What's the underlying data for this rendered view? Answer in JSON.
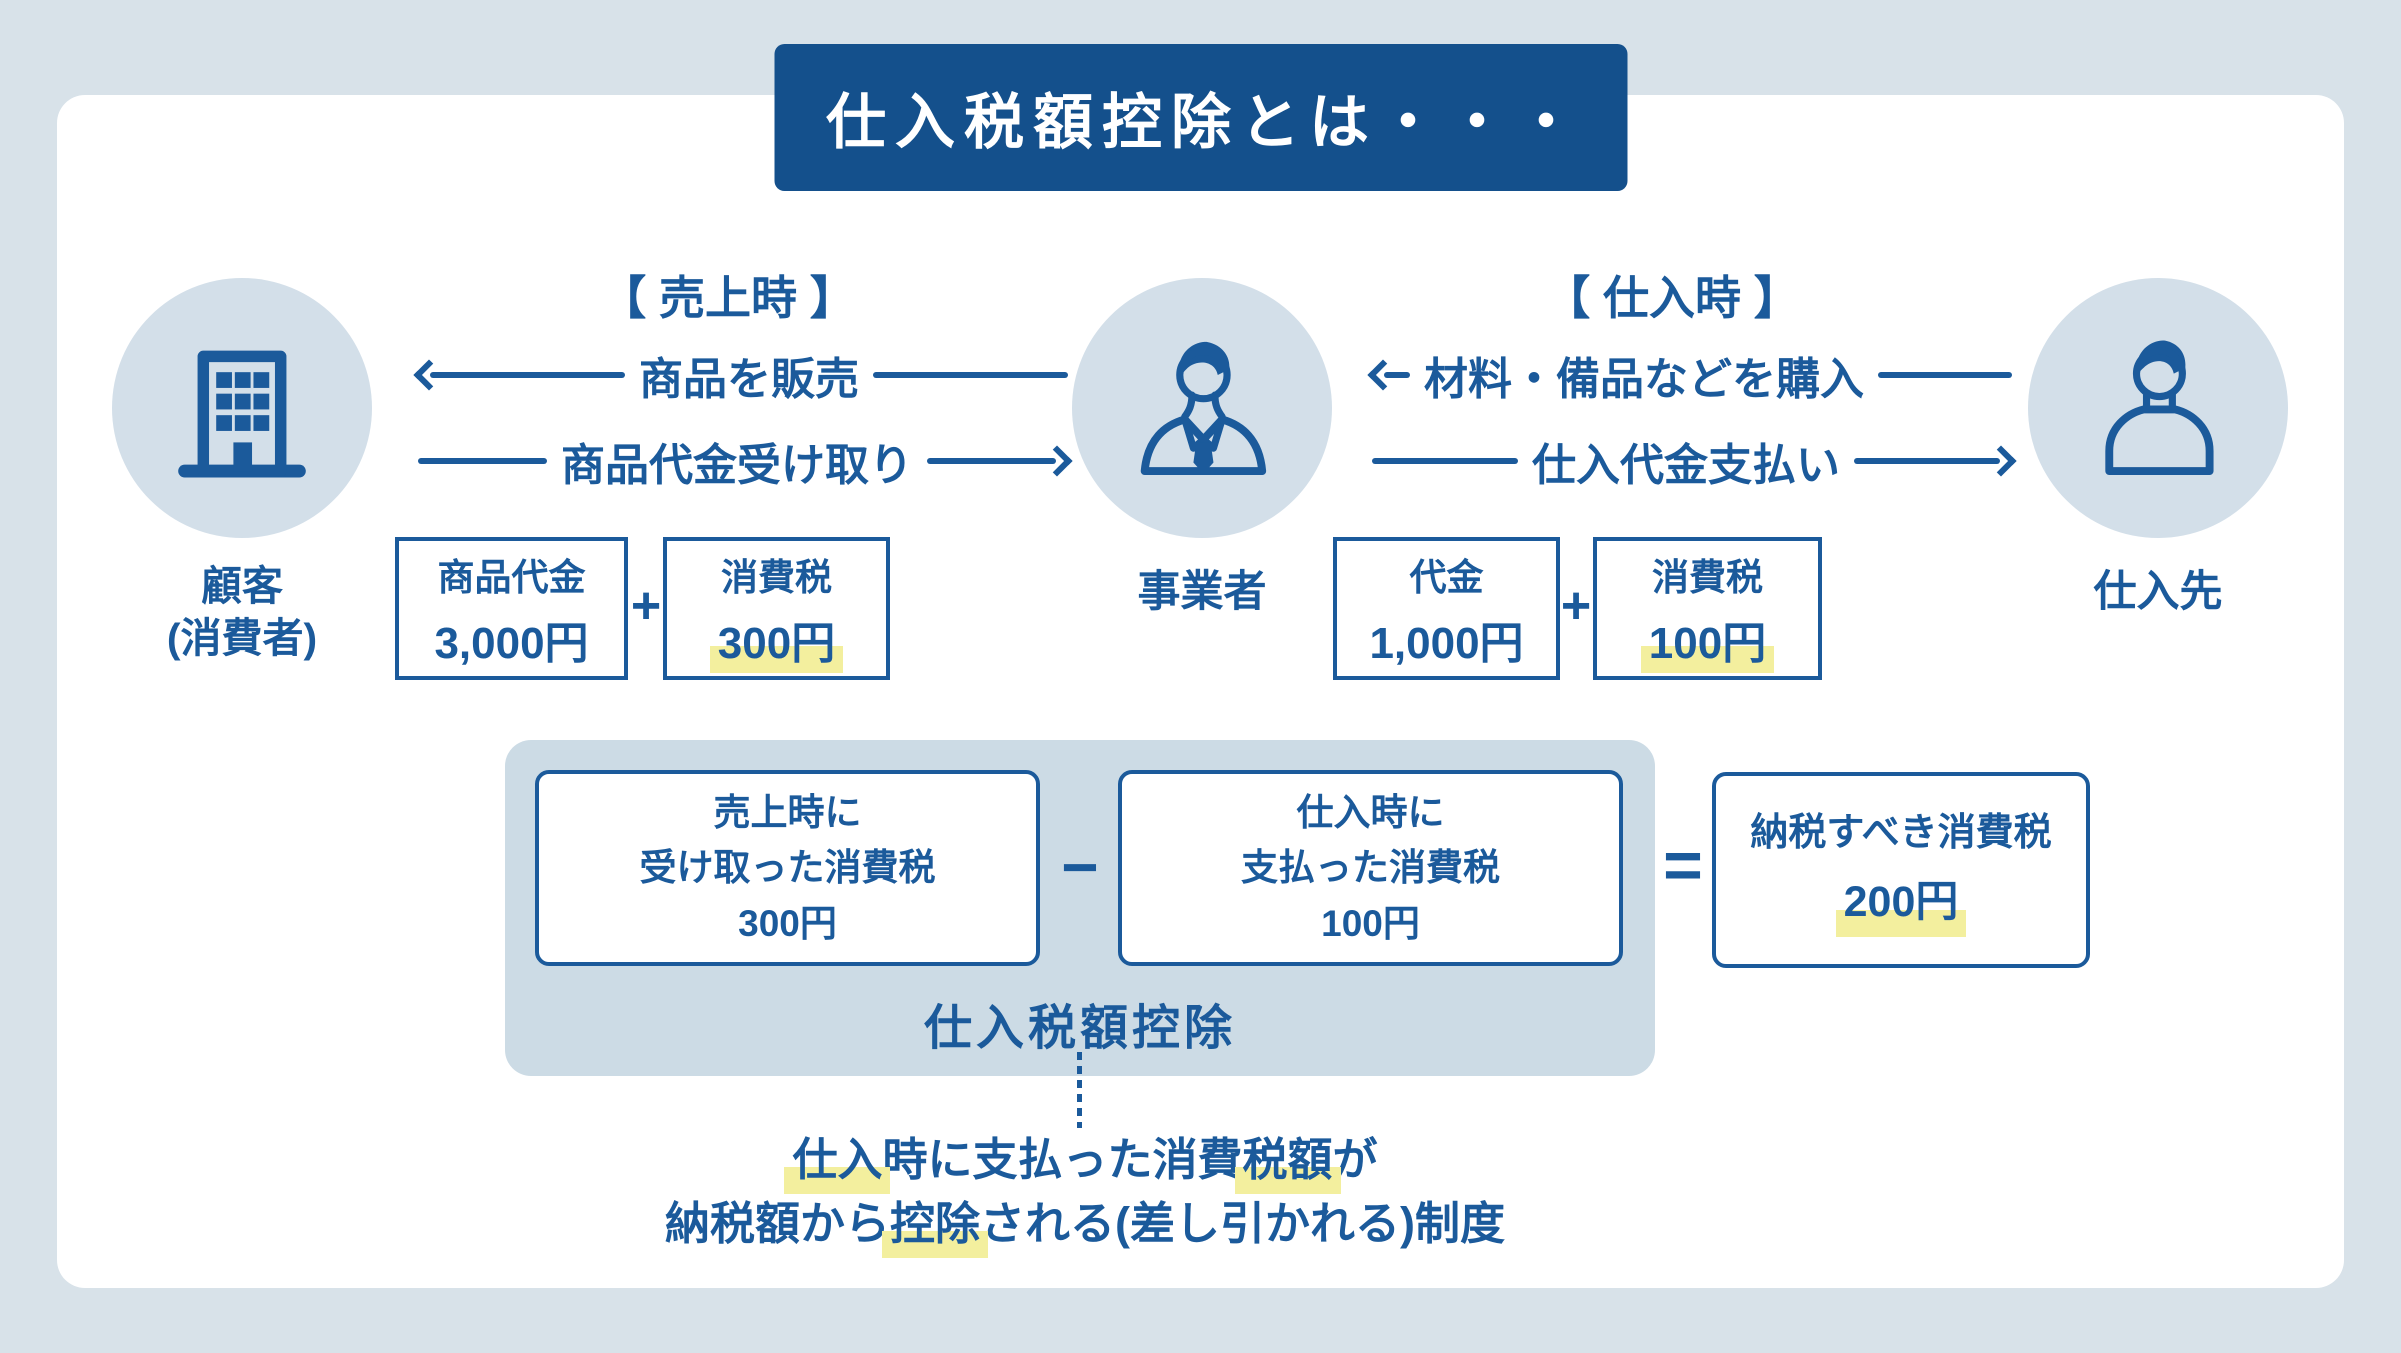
{
  "title": "仕入税額控除とは・・・",
  "colors": {
    "blue_dark": "#14508c",
    "blue": "#1b5a9b",
    "bg": "#d8e2e9",
    "circle_bg": "#d3dfe9",
    "panel_bg": "#ccdbe5",
    "highlight": "#f3ef9e",
    "card_bg": "#ffffff"
  },
  "sale_section": {
    "header": "【 売上時 】",
    "arrow_sell_label": "商品を販売",
    "arrow_receive_label": "商品代金受け取り",
    "price_box": {
      "label": "商品代金",
      "amount": "3,000円"
    },
    "plus": "+",
    "tax_box": {
      "label": "消費税",
      "amount": "300円"
    }
  },
  "purchase_section": {
    "header": "【 仕入時 】",
    "arrow_buy_label": "材料・備品などを購入",
    "arrow_pay_label": "仕入代金支払い",
    "price_box": {
      "label": "代金",
      "amount": "1,000円"
    },
    "plus": "+",
    "tax_box": {
      "label": "消費税",
      "amount": "100円"
    }
  },
  "actors": {
    "customer": {
      "name": "顧客",
      "sub": "(消費者)"
    },
    "business": {
      "name": "事業者"
    },
    "supplier": {
      "name": "仕入先"
    }
  },
  "formula": {
    "sale_tax_box": {
      "line1": "売上時に",
      "line2": "受け取った消費税",
      "line3": "300円"
    },
    "minus": "−",
    "purchase_tax_box": {
      "line1": "仕入時に",
      "line2": "支払った消費税",
      "line3": "100円"
    },
    "equals": "=",
    "result_box": {
      "line1": "納税すべき消費税",
      "amount": "200円"
    },
    "label": "仕入税額控除"
  },
  "description": {
    "line1": [
      {
        "text": "仕入",
        "hl": true
      },
      {
        "text": "時に支払った消費",
        "hl": false
      },
      {
        "text": "税額",
        "hl": true
      },
      {
        "text": "が",
        "hl": false
      }
    ],
    "line2": [
      {
        "text": "納税額から",
        "hl": false
      },
      {
        "text": "控除",
        "hl": true
      },
      {
        "text": "される(差し引かれる)制度",
        "hl": false
      }
    ]
  }
}
